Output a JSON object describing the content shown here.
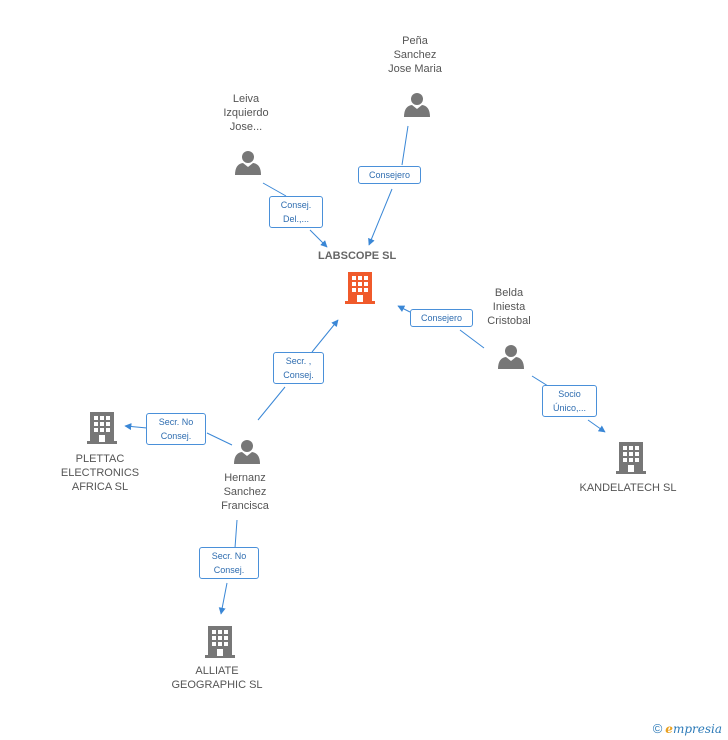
{
  "colors": {
    "edge": "#3a87d6",
    "person": "#777777",
    "company": "#777777",
    "main_company": "#f05a2b",
    "role_border": "#4a90d9",
    "role_text": "#2f6db0"
  },
  "main": {
    "label": "LABSCOPE SL",
    "icon": "building-icon"
  },
  "people": {
    "pena": {
      "lines": [
        "Peña",
        "Sanchez",
        "Jose Maria"
      ],
      "icon": "person-icon"
    },
    "leiva": {
      "lines": [
        "Leiva",
        "Izquierdo",
        "Jose..."
      ],
      "icon": "person-icon"
    },
    "belda": {
      "lines": [
        "Belda",
        "Iniesta",
        "Cristobal"
      ],
      "icon": "person-icon"
    },
    "hernanz": {
      "lines": [
        "Hernanz",
        "Sanchez",
        "Francisca"
      ],
      "icon": "person-icon"
    }
  },
  "companies": {
    "plettac": {
      "lines": [
        "PLETTAC",
        "ELECTRONICS",
        "AFRICA SL"
      ],
      "icon": "building-icon"
    },
    "kandelatech": {
      "lines": [
        "KANDELATECH SL"
      ],
      "icon": "building-icon"
    },
    "alliate": {
      "lines": [
        "ALLIATE",
        "GEOGRAPHIC SL"
      ],
      "icon": "building-icon"
    }
  },
  "roles": {
    "pena_main": [
      "Consejero"
    ],
    "leiva_main": [
      "Consej.",
      "Del.,..."
    ],
    "belda_main": [
      "Consejero"
    ],
    "belda_kandelatech": [
      "Socio",
      "Único,..."
    ],
    "hernanz_main": [
      "Secr. ,",
      "Consej."
    ],
    "hernanz_plettac": [
      "Secr.  No",
      "Consej."
    ],
    "hernanz_alliate": [
      "Secr.  No",
      "Consej."
    ]
  },
  "footer": {
    "copyright": "©",
    "brand_initial": "e",
    "brand_rest": "mpresia"
  }
}
